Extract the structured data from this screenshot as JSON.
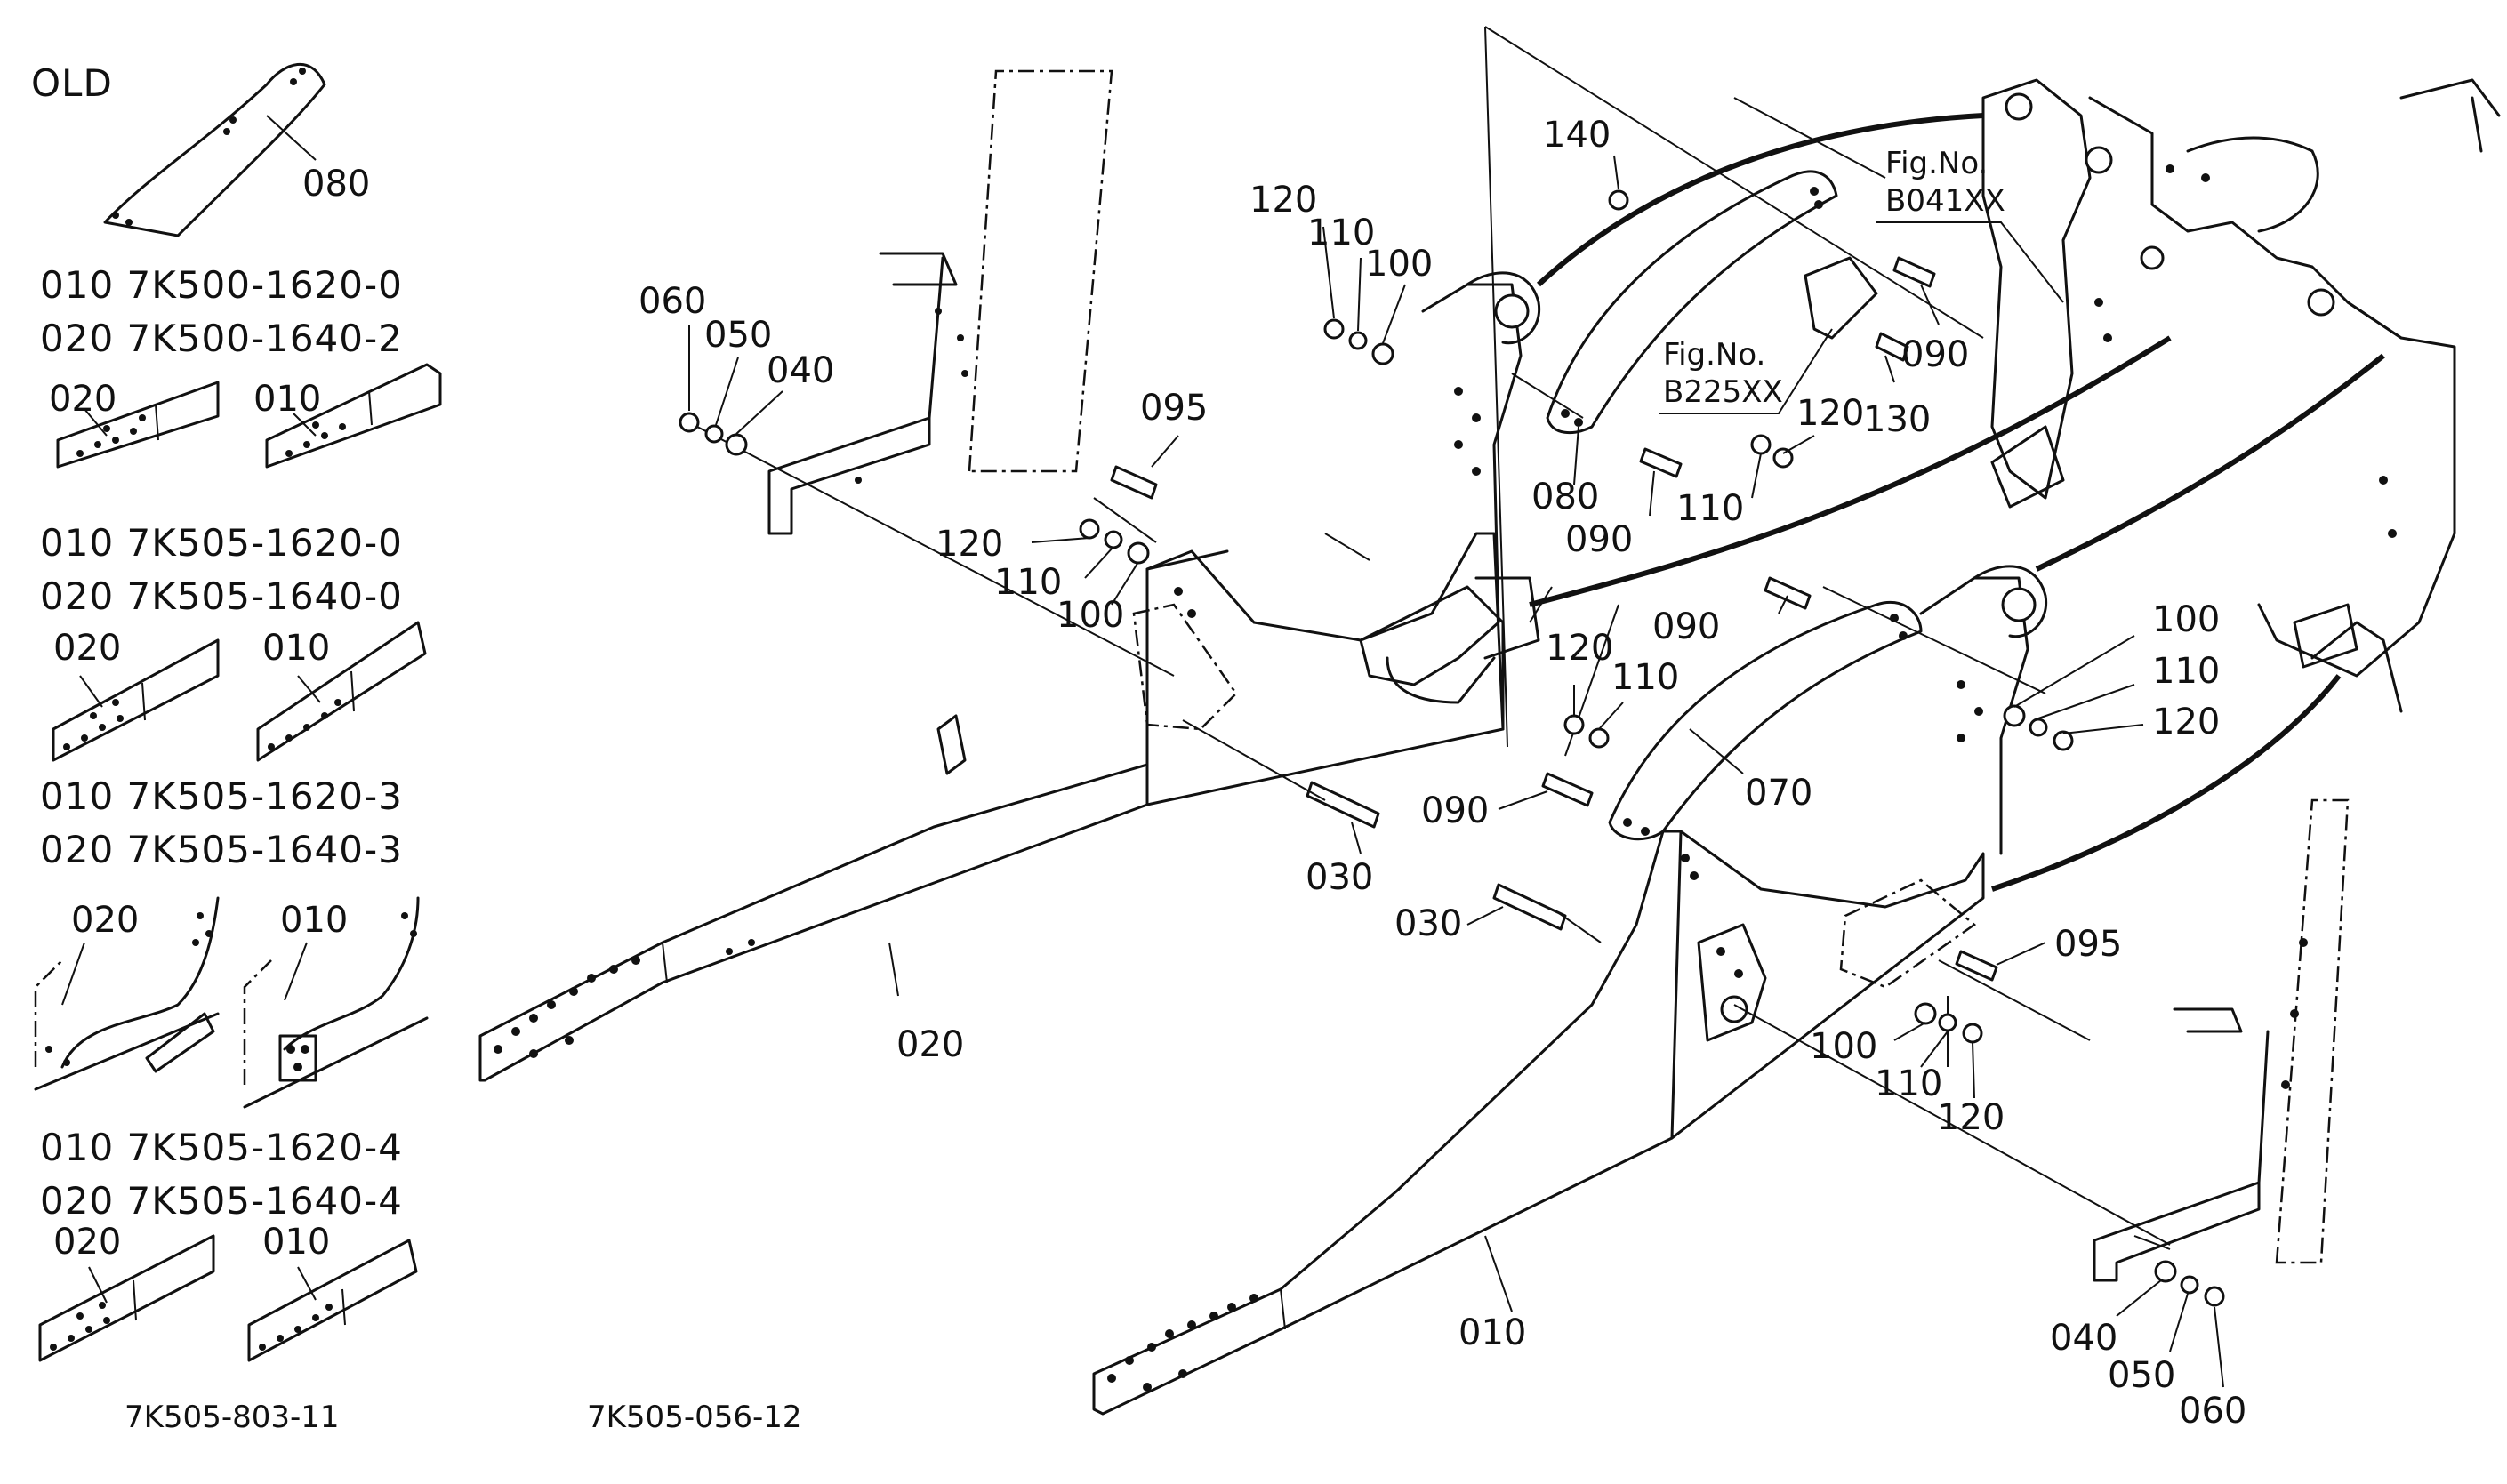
{
  "legend": {
    "old_label": "OLD",
    "old_part": "080",
    "groups": [
      {
        "line1": "010  7K500-1620-0",
        "line2": "020  7K500-1640-2",
        "left_label": "020",
        "right_label": "010"
      },
      {
        "line1": "010  7K505-1620-0",
        "line2": "020  7K505-1640-0",
        "left_label": "020",
        "right_label": "010"
      },
      {
        "line1": "010  7K505-1620-3",
        "line2": "020  7K505-1640-3",
        "left_label": "020",
        "right_label": "010"
      },
      {
        "line1": "010  7K505-1620-4",
        "line2": "020  7K505-1640-4",
        "left_label": "020",
        "right_label": "010"
      }
    ],
    "footer_code": "7K505-803-11"
  },
  "diagram_code": "7K505-056-12",
  "fig_refs": [
    {
      "line1": "Fig.No.",
      "line2": "B041XX"
    },
    {
      "line1": "Fig.No.",
      "line2": "B225XX"
    }
  ],
  "callouts": {
    "c060a": "060",
    "c050a": "050",
    "c040a": "040",
    "c120a": "120",
    "c110a": "110",
    "c100a": "100",
    "c140": "140",
    "c090a": "090",
    "c130": "130",
    "c095a": "095",
    "c120b": "120",
    "c110b": "110",
    "c100b": "100",
    "c080": "080",
    "c090b": "090",
    "c110c": "110",
    "c120c": "120",
    "c020": "020",
    "c030a": "030",
    "c090c": "090",
    "c120d": "120",
    "c110d": "110",
    "c100c": "100",
    "c110e": "110",
    "c120e": "120",
    "c070": "070",
    "c090d": "090",
    "c030b": "030",
    "c095b": "095",
    "c100d": "100",
    "c110f": "110",
    "c120f": "120",
    "c010": "010",
    "c040b": "040",
    "c050b": "050",
    "c060b": "060"
  }
}
